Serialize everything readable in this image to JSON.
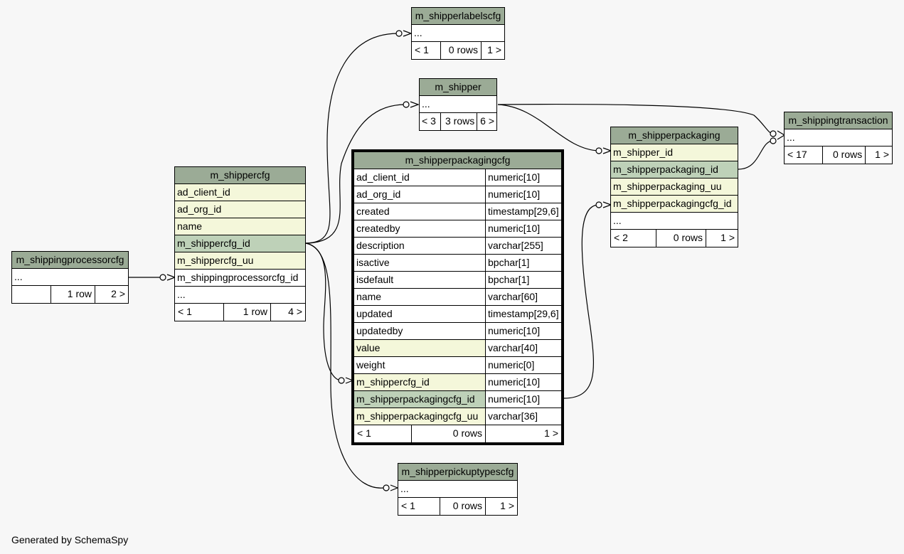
{
  "generated_by": "Generated by SchemaSpy",
  "colors": {
    "header": "#9bab96",
    "pk_row": "#bed1b8",
    "fk_row": "#f4f7da",
    "background": "#f7f7f7"
  },
  "tables": {
    "m_shipperlabelscfg": {
      "name": "m_shipperlabelscfg",
      "rows": [
        "..."
      ],
      "footer": [
        "< 1",
        "0 rows",
        "1 >"
      ]
    },
    "m_shipper": {
      "name": "m_shipper",
      "rows": [
        "..."
      ],
      "footer": [
        "< 3",
        "3 rows",
        "6 >"
      ]
    },
    "m_shippingtransaction": {
      "name": "m_shippingtransaction",
      "rows": [
        "..."
      ],
      "footer": [
        "< 17",
        "0 rows",
        "1 >"
      ]
    },
    "m_shipperpackaging": {
      "name": "m_shipperpackaging",
      "rows": [
        "m_shipper_id",
        "m_shipperpackaging_id",
        "m_shipperpackaging_uu",
        "m_shipperpackagingcfg_id",
        "..."
      ],
      "footer": [
        "< 2",
        "0 rows",
        "1 >"
      ]
    },
    "m_shippercfg": {
      "name": "m_shippercfg",
      "rows": [
        "ad_client_id",
        "ad_org_id",
        "name",
        "m_shippercfg_id",
        "m_shippercfg_uu",
        "m_shippingprocessorcfg_id",
        "..."
      ],
      "footer": [
        "< 1",
        "1 row",
        "4 >"
      ]
    },
    "m_shippingprocessorcfg": {
      "name": "m_shippingprocessorcfg",
      "rows": [
        "..."
      ],
      "footer": [
        "",
        "1 row",
        "2 >"
      ]
    },
    "m_shipperpickuptypescfg": {
      "name": "m_shipperpickuptypescfg",
      "rows": [
        "..."
      ],
      "footer": [
        "< 1",
        "0 rows",
        "1 >"
      ]
    },
    "m_shipperpackagingcfg": {
      "name": "m_shipperpackagingcfg",
      "columns": [
        {
          "name": "ad_client_id",
          "type": "numeric[10]"
        },
        {
          "name": "ad_org_id",
          "type": "numeric[10]"
        },
        {
          "name": "created",
          "type": "timestamp[29,6]"
        },
        {
          "name": "createdby",
          "type": "numeric[10]"
        },
        {
          "name": "description",
          "type": "varchar[255]"
        },
        {
          "name": "isactive",
          "type": "bpchar[1]"
        },
        {
          "name": "isdefault",
          "type": "bpchar[1]"
        },
        {
          "name": "name",
          "type": "varchar[60]"
        },
        {
          "name": "updated",
          "type": "timestamp[29,6]"
        },
        {
          "name": "updatedby",
          "type": "numeric[10]"
        },
        {
          "name": "value",
          "type": "varchar[40]"
        },
        {
          "name": "weight",
          "type": "numeric[0]"
        },
        {
          "name": "m_shippercfg_id",
          "type": "numeric[10]"
        },
        {
          "name": "m_shipperpackagingcfg_id",
          "type": "numeric[10]"
        },
        {
          "name": "m_shipperpackagingcfg_uu",
          "type": "varchar[36]"
        }
      ],
      "footer": [
        "< 1",
        "0 rows",
        "1 >"
      ]
    }
  }
}
